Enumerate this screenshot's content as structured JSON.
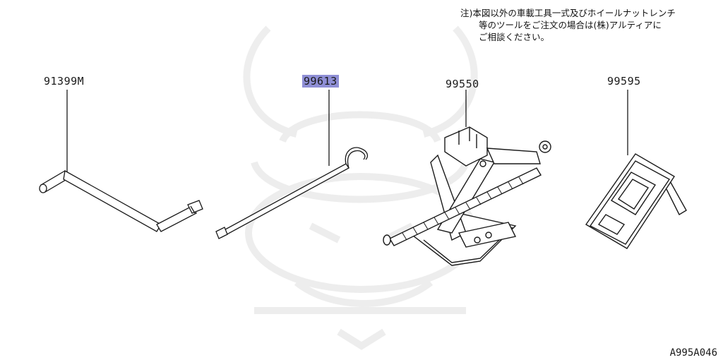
{
  "note": {
    "line1": "注)本図以外の車載工具一式及びホイールナットレンチ",
    "line2": "等のツールをご注文の場合は(株)アルティアに",
    "line3": "ご相談ください。"
  },
  "parts": [
    {
      "number": "91399M",
      "highlighted": false,
      "icon": "wheel-nut-wrench"
    },
    {
      "number": "99613",
      "highlighted": true,
      "icon": "jack-handle-rod"
    },
    {
      "number": "99550",
      "highlighted": false,
      "icon": "scissor-jack"
    },
    {
      "number": "99595",
      "highlighted": false,
      "icon": "wheel-chock"
    }
  ],
  "diagram_id": "A995A046",
  "colors": {
    "highlight": "#8f8fd6",
    "line": "#1a1a1a",
    "watermark": "#ececec"
  }
}
